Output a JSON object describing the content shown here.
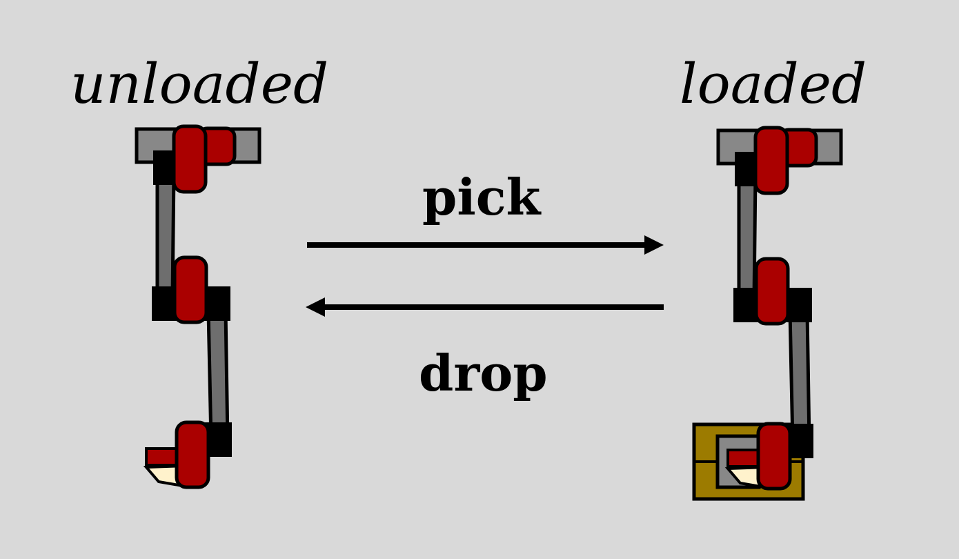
{
  "states": {
    "unloaded": "unloaded",
    "loaded": "loaded"
  },
  "actions": {
    "pick": "pick",
    "drop": "drop"
  },
  "colors": {
    "background": "#d9d9d9",
    "joint_red": "#aa0000",
    "link_gray": "#6e6e6e",
    "base_gray": "#888888",
    "box_gold": "#9c7b00",
    "outline": "#000000"
  }
}
